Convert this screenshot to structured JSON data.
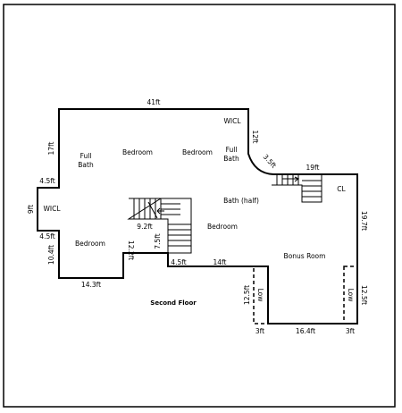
{
  "floor_title": "Second Floor",
  "rooms": {
    "full_bath_left": [
      "Full",
      "Bath"
    ],
    "bedroom_top_left": "Bedroom",
    "bedroom_top_right": "Bedroom",
    "full_bath_right": [
      "Full",
      "Bath"
    ],
    "wicl_top": "WICL",
    "wicl_left": "WICL",
    "bath_half": "Bath (half)",
    "bedroom_middle": "Bedroom",
    "bedroom_bottom_left": "Bedroom",
    "bonus_room": "Bonus Room",
    "closet": "CL",
    "low_left": "Low",
    "low_right": "Low"
  },
  "dimensions": {
    "top": "41ft",
    "left_upper": "17ft",
    "left_step_top": "4.5ft",
    "left_wicl": "9ft",
    "left_step_bottom": "4.5ft",
    "left_lower": "10.4ft",
    "bottom_left": "14.3ft",
    "inner_left": "12.2ft",
    "stair_width": "9.2ft",
    "stair_drop": "7.5ft",
    "stair_bottom": "4.5ft",
    "bottom_middle": "14ft",
    "right_upper": "12ft",
    "angled": "3.5ft",
    "right_top": "19ft",
    "right_side": "19.7ft",
    "low_left_height": "12.5ft",
    "low_right_height": "12.5ft",
    "low_left_width": "3ft",
    "bonus_bottom": "16.4ft",
    "low_right_width": "3ft"
  }
}
